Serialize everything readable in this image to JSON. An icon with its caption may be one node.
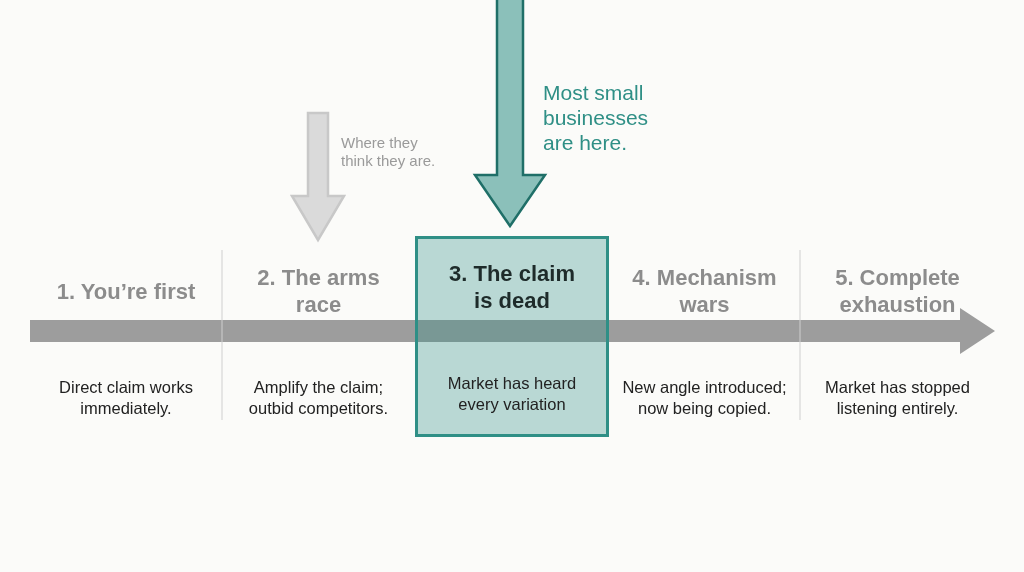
{
  "diagram": {
    "nodes": [
      {
        "text": [
          "1. You’re first",
          "Direct claim works immediately."
        ]
      },
      {
        "text": [
          "2. The arms race",
          "Amplify the claim; outbid competitors."
        ]
      },
      {
        "text": [
          "3. The claim is dead",
          "Market has heard every variation"
        ]
      },
      {
        "text": [
          "4. Mechanism wars",
          "New angle introduced; now being copied."
        ]
      },
      {
        "text": [
          "5. Complete exhaustion",
          "Market has stopped listening entirely."
        ]
      }
    ],
    "edges": [
      {
        "from": null,
        "to": 1,
        "arrow": "to",
        "style": "thick",
        "color": "#dadada",
        "label": "Where they think they are."
      },
      {
        "from": null,
        "to": 2,
        "arrow": "to",
        "style": "thick",
        "color": "#2f8f86",
        "label": "Most small businesses are here."
      }
    ]
  }
}
